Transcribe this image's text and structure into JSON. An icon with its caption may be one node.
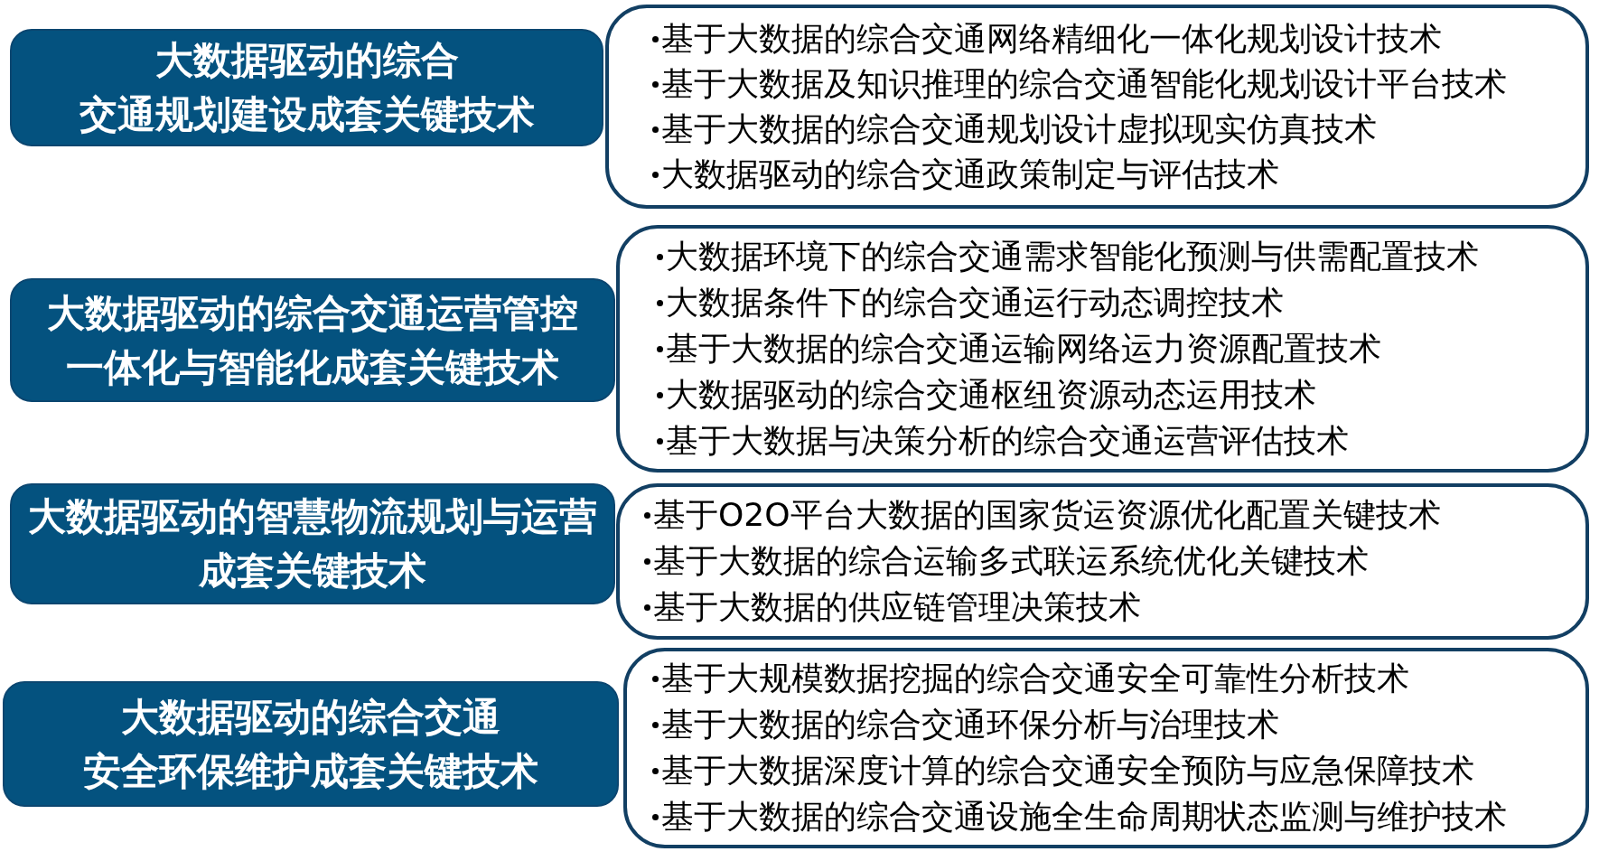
{
  "diagram": {
    "nodes": [
      {
        "text": [
          "大数据驱动的综合交通规划建设成套关键技术"
        ]
      },
      {
        "text": [
          "基于大数据的综合交通网络精细化一体化规划设计技术",
          "基于大数据及知识推理的综合交通智能化规划设计平台技术",
          "基于大数据的综合交通规划设计虚拟现实仿真技术",
          "大数据驱动的综合交通政策制定与评估技术"
        ]
      },
      {
        "text": [
          "大数据驱动的综合交通运营管控一体化与智能化成套关键技术"
        ]
      },
      {
        "text": [
          "大数据环境下的综合交通需求智能化预测与供需配置技术",
          "大数据条件下的综合交通运行动态调控技术",
          "基于大数据的综合交通运输网络运力资源配置技术",
          "大数据驱动的综合交通枢纽资源动态运用技术",
          "基于大数据与决策分析的综合交通运营评估技术"
        ]
      },
      {
        "text": [
          "大数据驱动的智慧物流规划与运营成套关键技术"
        ]
      },
      {
        "text": [
          "基于O2O平台大数据的国家货运资源优化配置关键技术",
          "基于大数据的综合运输多式联运系统优化关键技术",
          "基于大数据的供应链管理决策技术"
        ]
      },
      {
        "text": [
          "大数据驱动的综合交通安全环保维护成套关键技术"
        ]
      },
      {
        "text": [
          "基于大规模数据挖掘的综合交通安全可靠性分析技术",
          "基于大数据的综合交通环保分析与治理技术",
          "基于大数据深度计算的综合交通安全预防与应急保障技术",
          "基于大数据的综合交通设施全生命周期状态监测与维护技术"
        ]
      }
    ]
  }
}
